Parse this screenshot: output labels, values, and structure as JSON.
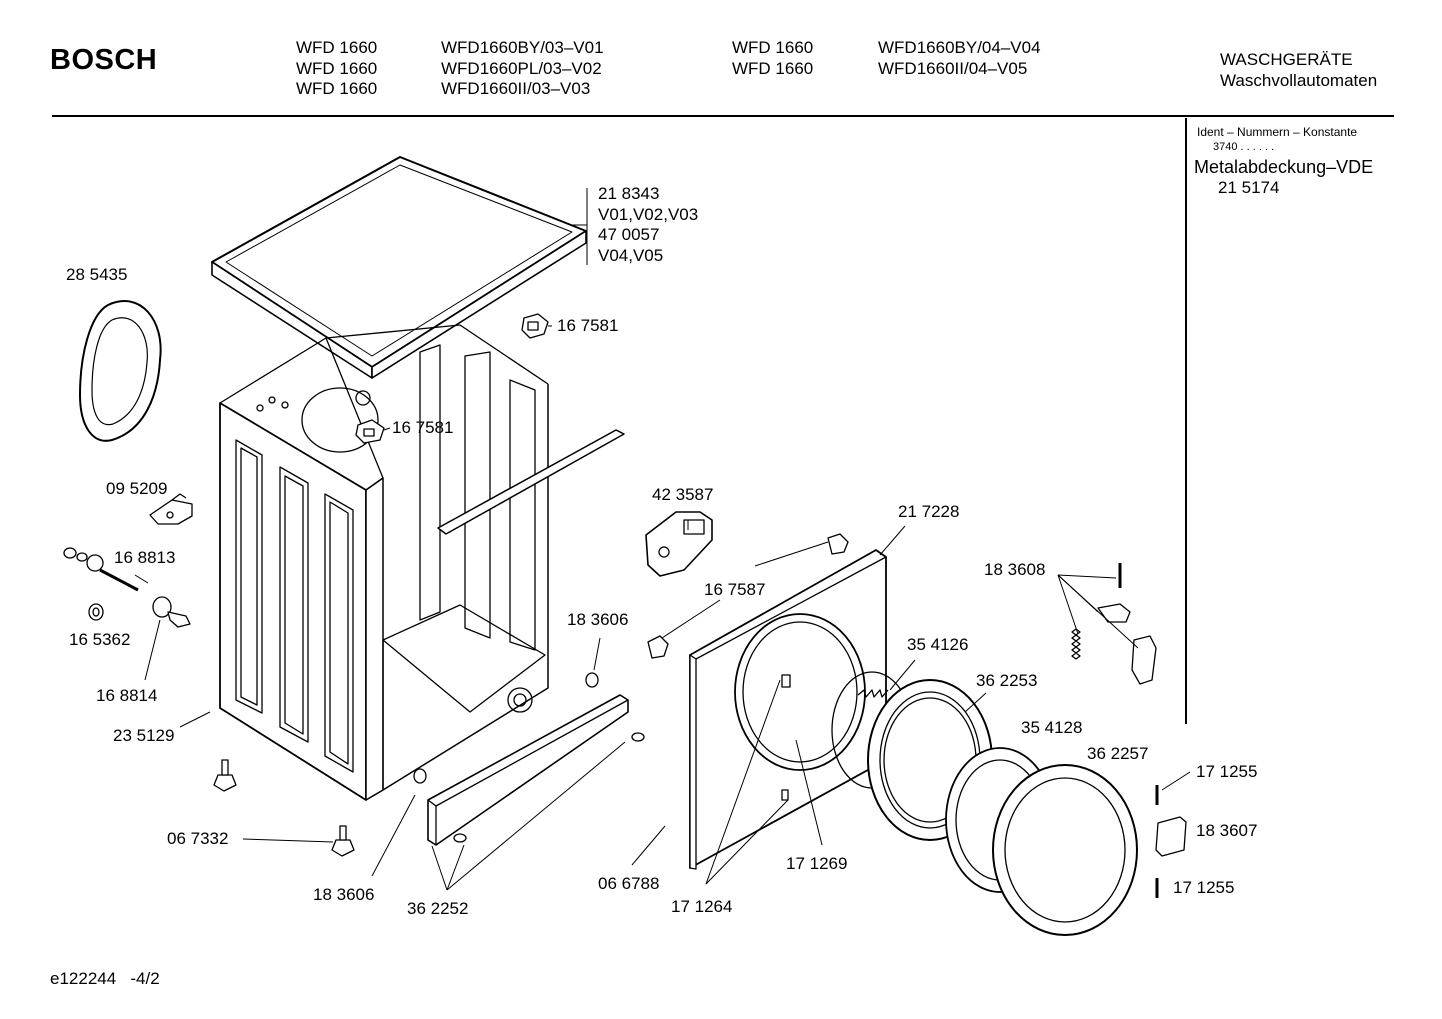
{
  "header": {
    "brand": "BOSCH",
    "models_col1": [
      "WFD 1660",
      "WFD 1660",
      "WFD 1660"
    ],
    "variants_col1": [
      "WFD1660BY/03–V01",
      "WFD1660PL/03–V02",
      "WFD1660II/03–V03"
    ],
    "models_col2": [
      "WFD 1660",
      "WFD 1660"
    ],
    "variants_col2": [
      "WFD1660BY/04–V04",
      "WFD1660II/04–V05"
    ],
    "category": "WASCHGERÄTE",
    "subcategory": "Waschvollautomaten"
  },
  "side_panel": {
    "ident_label": "Ident – Nummern – Konstante",
    "ident_value": "3740  .  .  .  .  .  .",
    "item_name": "Metalabdeckung–VDE",
    "item_number": "21 5174"
  },
  "parts": {
    "top_cover": [
      "21 8343",
      "V01,V02,V03",
      "47 0057",
      "V04,V05"
    ],
    "p285435": "28 5435",
    "p167581a": "16 7581",
    "p167581b": "16 7581",
    "p095209": "09 5209",
    "p168813": "16 8813",
    "p165362": "16 5362",
    "p168814": "16 8814",
    "p235129": "23 5129",
    "p067332": "06 7332",
    "p183606a": "18 3606",
    "p183606b": "18 3606",
    "p362252": "36 2252",
    "p423587": "42 3587",
    "p167587": "16 7587",
    "p217228": "21 7228",
    "p066788": "06 6788",
    "p171264": "17 1264",
    "p171269": "17 1269",
    "p354126": "35 4126",
    "p362253": "36 2253",
    "p354128": "35 4128",
    "p362257": "36 2257",
    "p183608": "18 3608",
    "p171255a": "17 1255",
    "p183607": "18 3607",
    "p171255b": "17 1255"
  },
  "footer": {
    "code": "e122244",
    "page": "-4/2"
  }
}
